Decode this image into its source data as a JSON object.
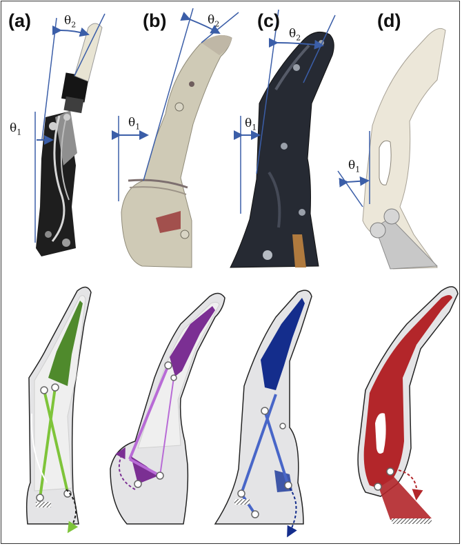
{
  "panels": [
    {
      "label": "(a)",
      "theta1": "θ",
      "theta1_sub": "1",
      "theta2": "θ",
      "theta2_sub": "2",
      "link_color": "#4f8a2c",
      "link_line_color": "#7ec43a"
    },
    {
      "label": "(b)",
      "theta1": "θ",
      "theta1_sub": "1",
      "theta2": "θ",
      "theta2_sub": "2",
      "link_color": "#7b2f93",
      "link_line_color": "#b86bd6"
    },
    {
      "label": "(c)",
      "theta1": "θ",
      "theta1_sub": "1",
      "theta2": "θ",
      "theta2_sub": "2",
      "link_color": "#142d8c",
      "link_line_color": "#4866c8"
    },
    {
      "label": "(d)",
      "theta1": "θ",
      "theta1_sub": "1",
      "link_color": "#b3262a"
    }
  ],
  "colors": {
    "guide_line": "#3b5ea8",
    "photo_a_body": "#1e1e1e",
    "photo_b_body": "#cfcab6",
    "photo_c_body": "#262a33",
    "photo_d_body": "#ece7d9",
    "outline_fill": "#e4e4e6"
  }
}
